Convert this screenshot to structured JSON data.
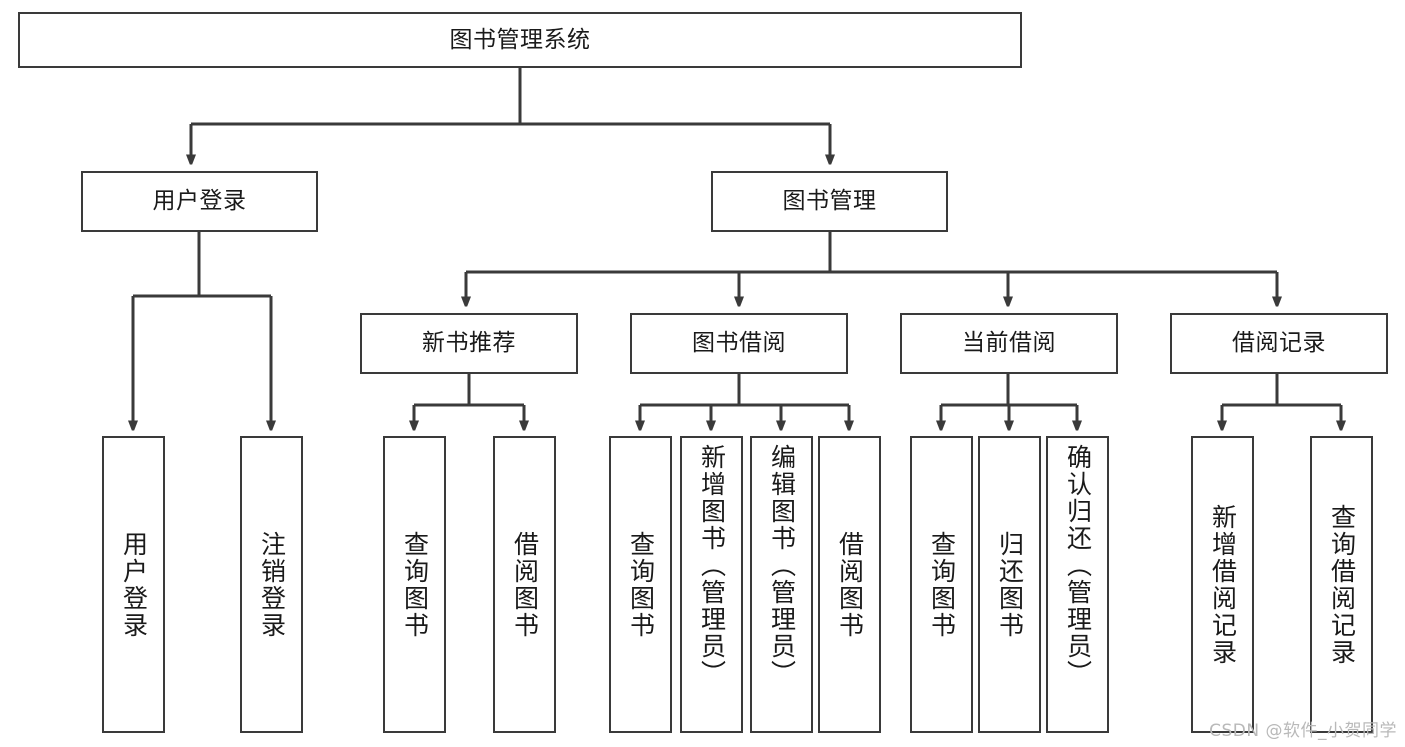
{
  "diagram": {
    "title": "图书管理系统",
    "type": "tree-hierarchy",
    "root": {
      "id": "root",
      "label": "图书管理系统"
    },
    "level1": [
      {
        "id": "user-login",
        "label": "用户登录"
      },
      {
        "id": "book-management",
        "label": "图书管理"
      }
    ],
    "level2": [
      {
        "id": "new-book-recommend",
        "label": "新书推荐",
        "parent": "book-management"
      },
      {
        "id": "book-borrow",
        "label": "图书借阅",
        "parent": "book-management"
      },
      {
        "id": "current-borrow",
        "label": "当前借阅",
        "parent": "book-management"
      },
      {
        "id": "borrow-record",
        "label": "借阅记录",
        "parent": "book-management"
      }
    ],
    "leaves": [
      {
        "id": "leaf-user-login",
        "label": "用户登录",
        "parent": "user-login"
      },
      {
        "id": "leaf-user-logout",
        "label": "注销登录",
        "parent": "user-login"
      },
      {
        "id": "leaf-query-book-1",
        "label": "查询图书",
        "parent": "new-book-recommend"
      },
      {
        "id": "leaf-borrow-book-1",
        "label": "借阅图书",
        "parent": "new-book-recommend"
      },
      {
        "id": "leaf-query-book-2",
        "label": "查询图书",
        "parent": "book-borrow"
      },
      {
        "id": "leaf-add-book",
        "label": "新增图书（管理员）",
        "parent": "book-borrow"
      },
      {
        "id": "leaf-edit-book",
        "label": "编辑图书（管理员）",
        "parent": "book-borrow"
      },
      {
        "id": "leaf-borrow-book-2",
        "label": "借阅图书",
        "parent": "book-borrow"
      },
      {
        "id": "leaf-query-book-3",
        "label": "查询图书",
        "parent": "current-borrow"
      },
      {
        "id": "leaf-return-book",
        "label": "归还图书",
        "parent": "current-borrow"
      },
      {
        "id": "leaf-confirm-return",
        "label": "确认归还（管理员）",
        "parent": "current-borrow"
      },
      {
        "id": "leaf-add-record",
        "label": "新增借阅记录",
        "parent": "borrow-record"
      },
      {
        "id": "leaf-query-record",
        "label": "查询借阅记录",
        "parent": "borrow-record"
      }
    ],
    "colors": {
      "border": "#3a3a3a",
      "background": "#ffffff",
      "text": "#1a1a1a",
      "watermark": "#b9b9b9"
    }
  },
  "watermark": {
    "text": "CSDN @软件_小贺同学"
  }
}
